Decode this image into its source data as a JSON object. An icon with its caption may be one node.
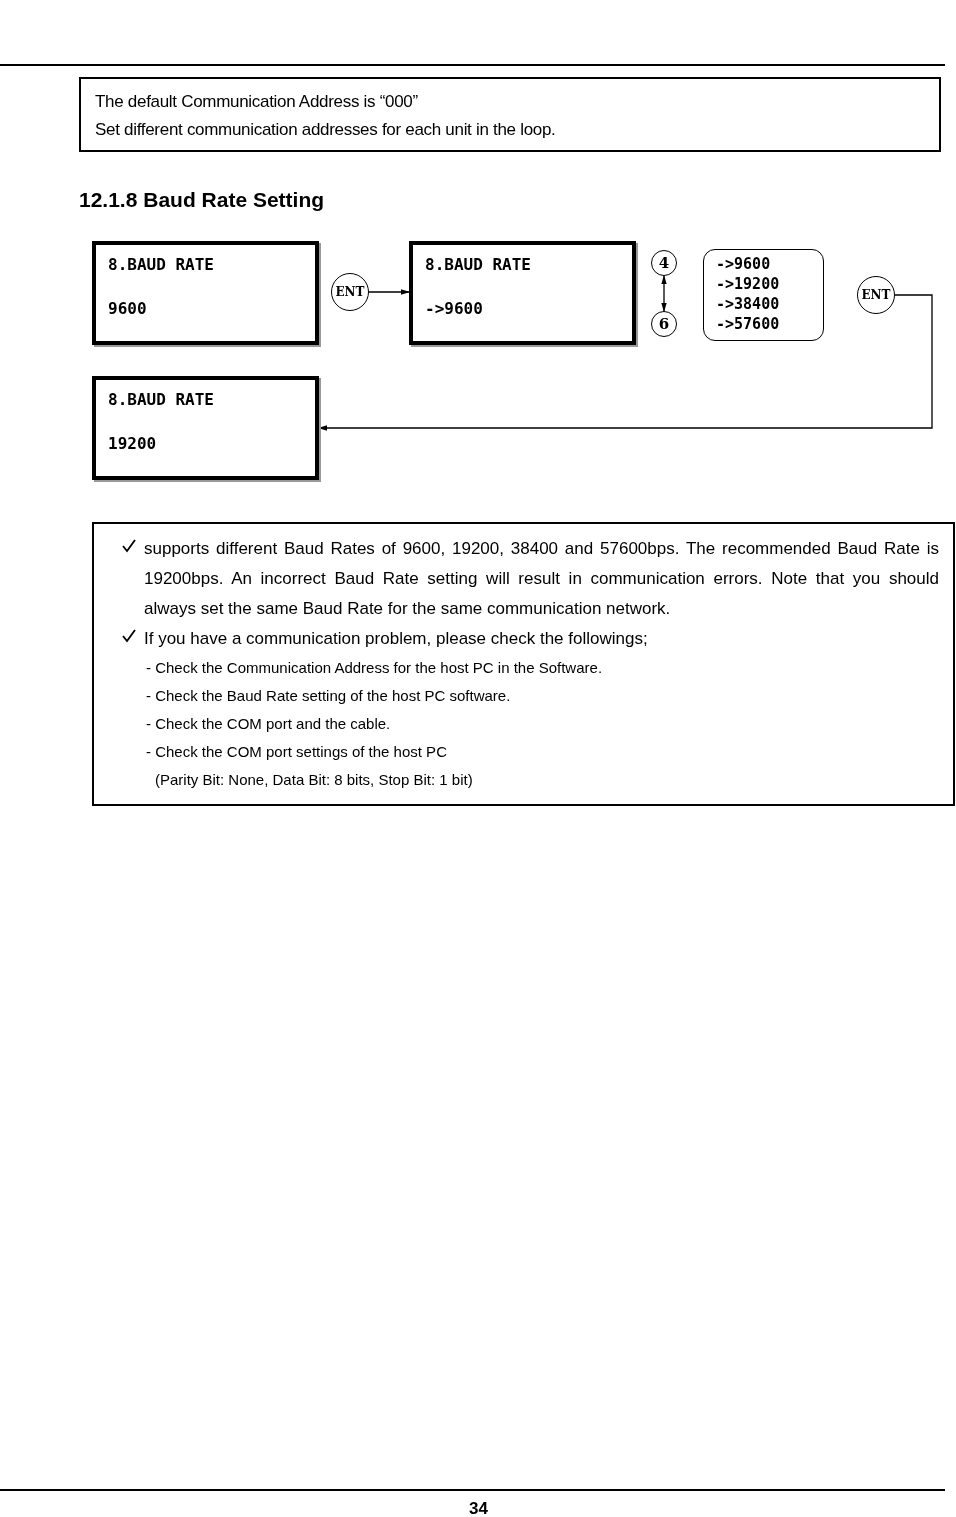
{
  "diagram": {
    "title": "12.1.8 Baud Rate Setting",
    "nodes": [
      {
        "text": [
          "8.BAUD RATE",
          "9600"
        ]
      },
      {
        "text": [
          "ENT"
        ]
      },
      {
        "text": [
          "8.BAUD RATE",
          "->9600"
        ]
      },
      {
        "text": [
          "4"
        ]
      },
      {
        "text": [
          "6"
        ]
      },
      {
        "text": [
          "->9600",
          "->19200",
          "->38400",
          "->57600"
        ]
      },
      {
        "text": [
          "ENT"
        ]
      },
      {
        "text": [
          "8.BAUD RATE",
          "19200"
        ]
      }
    ],
    "edges": [
      {
        "from": 1,
        "to": 2,
        "arrow": "to"
      },
      {
        "from": 3,
        "to": 4,
        "arrow": "both"
      },
      {
        "from": 6,
        "to": 7,
        "arrow": "to"
      }
    ],
    "labels": [
      "The default Communication Address is “000”",
      "Set different communication addresses for each unit in the loop.",
      "supports different Baud Rates of 9600, 19200, 38400 and 57600bps. The recommended Baud Rate is 19200bps. An incorrect Baud Rate setting will result in communication errors. Note that you should always set the same Baud Rate for the same communication network.",
      "If you have a communication problem, please check the followings;",
      "- Check the Communication Address for the host PC in the Software.",
      "- Check the Baud Rate setting of the host PC software.",
      "- Check the COM port and the cable.",
      "- Check the COM port settings of the host PC",
      "(Parity Bit: None, Data Bit: 8 bits, Stop Bit: 1 bit)",
      "34"
    ]
  }
}
